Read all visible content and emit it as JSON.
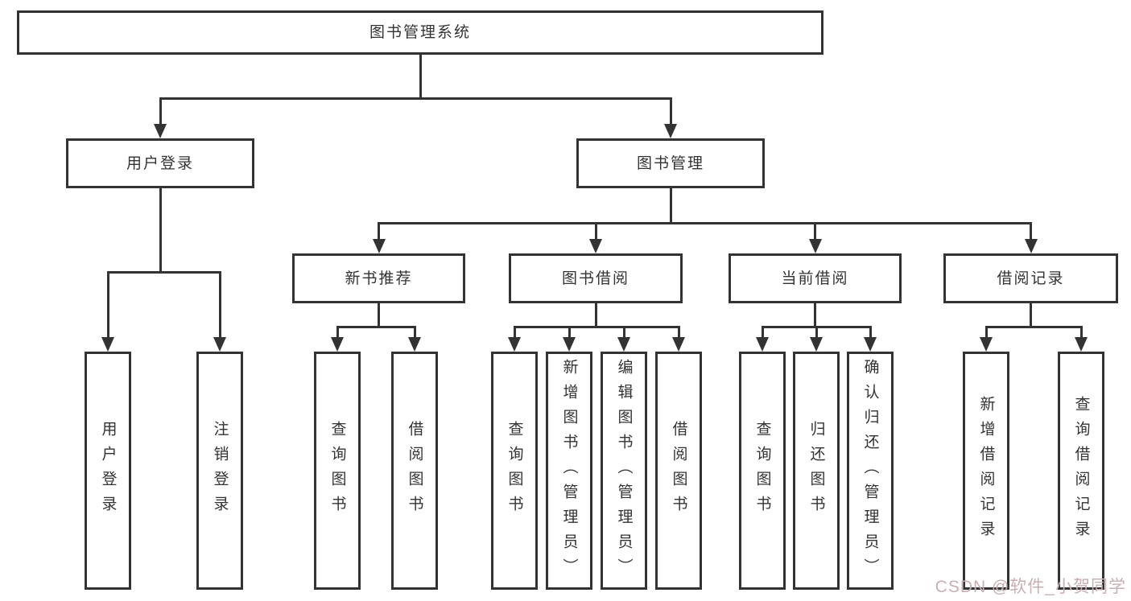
{
  "colors": {
    "line": "#333333",
    "text": "#333333",
    "box_background": "#ffffff",
    "page_background": "#ffffff",
    "watermark": "#c9aeb2"
  },
  "watermark": {
    "text": "CSDN @软件_小贺同学"
  },
  "tree": {
    "root": {
      "label": "图书管理系统"
    },
    "branches": [
      {
        "label": "用户登录",
        "children": [
          {
            "label": "用户登录"
          },
          {
            "label": "注销登录"
          }
        ]
      },
      {
        "label": "图书管理",
        "children": [
          {
            "label": "新书推荐",
            "children": [
              {
                "label": "查询图书"
              },
              {
                "label": "借阅图书"
              }
            ]
          },
          {
            "label": "图书借阅",
            "children": [
              {
                "label": "查询图书"
              },
              {
                "label": "新增图书（管理员）"
              },
              {
                "label": "编辑图书（管理员）"
              },
              {
                "label": "借阅图书"
              }
            ]
          },
          {
            "label": "当前借阅",
            "children": [
              {
                "label": "查询图书"
              },
              {
                "label": "归还图书"
              },
              {
                "label": "确认归还（管理员）"
              }
            ]
          },
          {
            "label": "借阅记录",
            "children": [
              {
                "label": "新增借阅记录"
              },
              {
                "label": "查询借阅记录"
              }
            ]
          }
        ]
      }
    ]
  }
}
